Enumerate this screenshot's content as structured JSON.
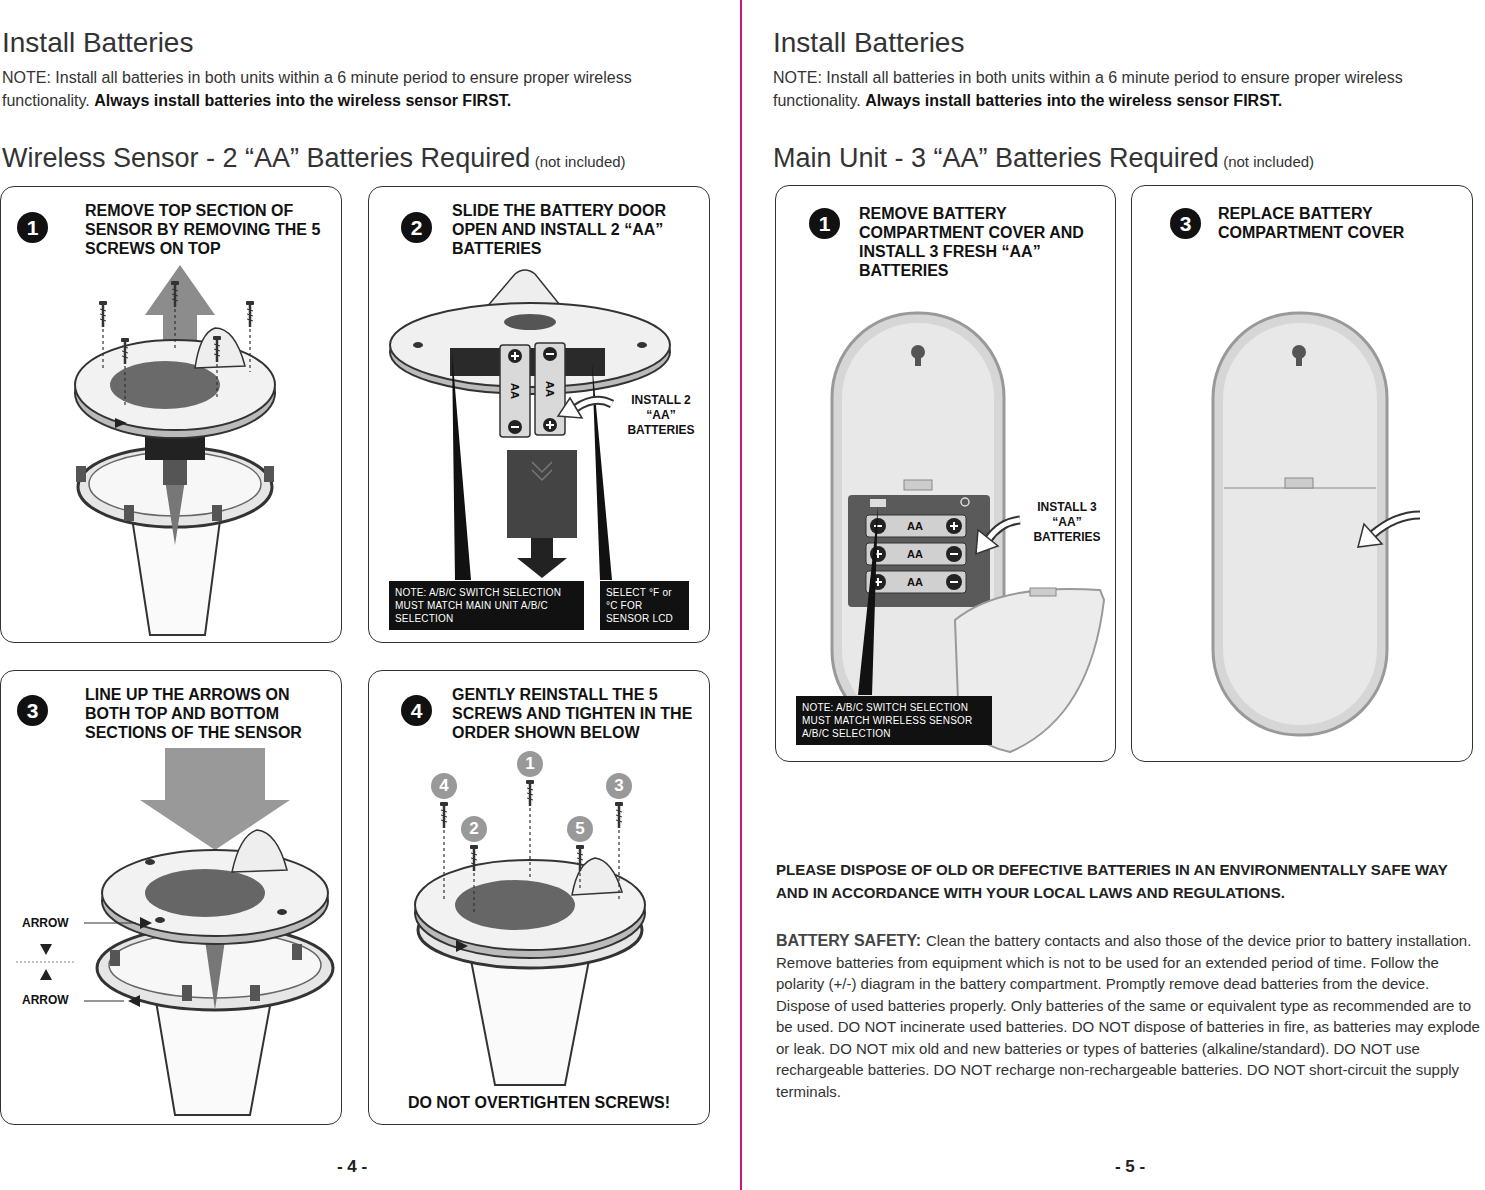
{
  "diagram": {
    "nodes": [
      {
        "text": [
          "1",
          "REMOVE TOP SECTION OF SENSOR BY REMOVING THE 5 SCREWS ON TOP"
        ]
      },
      {
        "text": [
          "2",
          "SLIDE THE BATTERY DOOR OPEN AND INSTALL 2 “AA” BATTERIES"
        ]
      },
      {
        "text": [
          "NOTE: A/B/C SWITCH SELECTION MUST MATCH MAIN UNIT A/B/C SELECTION"
        ],
        "in": 1
      },
      {
        "text": [
          "SELECT °F or °C FOR SENSOR LCD"
        ],
        "in": 1
      },
      {
        "text": [
          "3",
          "LINE UP THE ARROWS ON BOTH TOP AND BOTTOM SECTIONS OF THE SENSOR"
        ]
      },
      {
        "text": [
          "4",
          "GENTLY REINSTALL THE 5 SCREWS AND TIGHTEN IN THE ORDER SHOWN BELOW",
          "DO NOT OVERTIGHTEN SCREWS!"
        ]
      },
      {
        "text": [
          "1",
          "REMOVE BATTERY COMPARTMENT COVER AND INSTALL 3 FRESH “AA” BATTERIES"
        ]
      },
      {
        "text": [
          "NOTE: A/B/C SWITCH SELECTION MUST MATCH WIRELESS SENSOR A/B/C SELECTION"
        ],
        "in": 6
      },
      {
        "text": [
          "3",
          "REPLACE BATTERY COMPARTMENT COVER"
        ]
      }
    ],
    "labels": [
      "Install Batteries",
      "NOTE: Install all batteries in both units within a 6 minute period to ensure proper wireless functionality.",
      "Always install batteries into the wireless sensor FIRST.",
      "Wireless Sensor - 2 “AA” Batteries Required",
      "(not included)",
      "AA",
      "AA",
      "INSTALL 2 “AA” BATTERIES",
      "ARROW",
      "ARROW",
      "1",
      "4",
      "3",
      "2",
      "5",
      "- 4 -",
      "Install Batteries",
      "NOTE: Install all batteries in both units within a 6 minute period to ensure proper wireless functionality.",
      "Always install batteries into the wireless sensor FIRST.",
      "Main Unit - 3 “AA” Batteries Required",
      "(not included)",
      "AA",
      "AA",
      "AA",
      "INSTALL 3 “AA” BATTERIES",
      "PLEASE DISPOSE OF OLD OR DEFECTIVE BATTERIES IN AN ENVIRONMENTALLY SAFE WAY AND IN ACCORDANCE WITH YOUR LOCAL LAWS AND REGULATIONS.",
      "BATTERY SAFETY:",
      "Clean the battery contacts and also those of the device prior to battery installation. Remove batteries from equipment which is not to be used for an extended period of time. Follow the polarity (+/-) diagram in the battery compartment. Promptly remove dead batteries from the device. Dispose of used batteries properly. Only batteries of the same or equivalent type as recommended are to be used. DO NOT incinerate used batteries. DO NOT dispose of batteries in fire, as batteries may explode or leak. DO NOT mix old and new batteries or types of batteries (alkaline/standard). DO NOT use rechargeable batteries. DO NOT recharge non-rechargeable batteries. DO NOT short-circuit the supply terminals.",
      "- 5 -"
    ]
  }
}
